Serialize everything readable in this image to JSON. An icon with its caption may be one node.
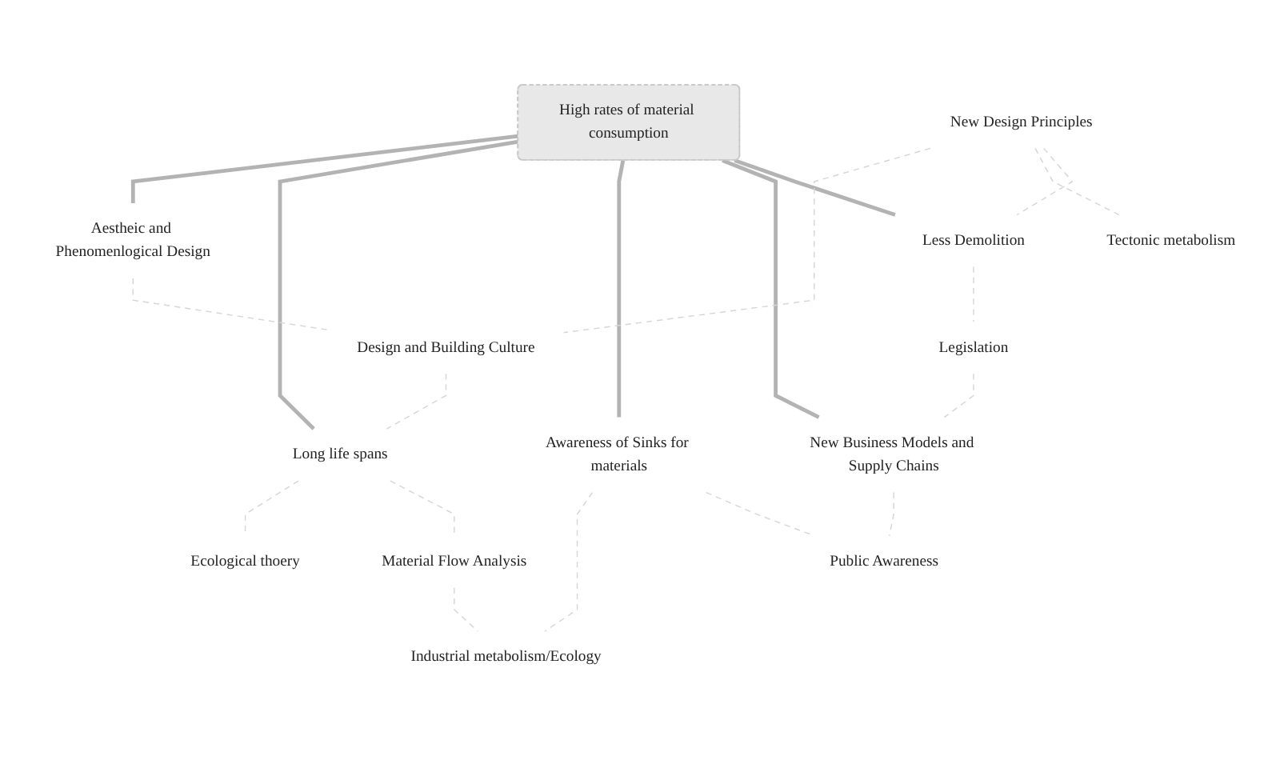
{
  "diagram": {
    "nodes": [
      {
        "text": [
          "High rates of material consumption"
        ]
      },
      {
        "text": [
          "Aestheic and Phenomenlogical Design"
        ]
      },
      {
        "text": [
          "Long life spans"
        ]
      },
      {
        "text": [
          "Awareness of Sinks for materials"
        ]
      },
      {
        "text": [
          "New Business Models and Supply Chains"
        ]
      },
      {
        "text": [
          "Less Demolition"
        ]
      },
      {
        "text": [
          "Design and Building Culture"
        ]
      },
      {
        "text": [
          "New Design Principles"
        ]
      },
      {
        "text": [
          "Tectonic metabolism"
        ]
      },
      {
        "text": [
          "Legislation"
        ]
      },
      {
        "text": [
          "Ecological thoery"
        ]
      },
      {
        "text": [
          "Material Flow Analysis"
        ]
      },
      {
        "text": [
          "Industrial metabolism/Ecology"
        ]
      },
      {
        "text": [
          "Public Awareness"
        ]
      }
    ],
    "edges": [
      {
        "from": 0,
        "to": 1,
        "arrow": "none",
        "style": "thick",
        "color": "#b3b3b3"
      },
      {
        "from": 0,
        "to": 2,
        "arrow": "none",
        "style": "thick",
        "color": "#b3b3b3"
      },
      {
        "from": 0,
        "to": 3,
        "arrow": "none",
        "style": "thick",
        "color": "#b3b3b3"
      },
      {
        "from": 0,
        "to": 4,
        "arrow": "none",
        "style": "thick",
        "color": "#b3b3b3"
      },
      {
        "from": 0,
        "to": 5,
        "arrow": "none",
        "style": "thick",
        "color": "#b3b3b3"
      },
      {
        "from": 1,
        "to": 6,
        "arrow": "none",
        "style": "dashed"
      },
      {
        "from": 7,
        "to": 6,
        "arrow": "none",
        "style": "dashed"
      },
      {
        "from": 6,
        "to": 2,
        "arrow": "none",
        "style": "dashed"
      },
      {
        "from": 7,
        "to": 8,
        "arrow": "none",
        "style": "dashed"
      },
      {
        "from": 7,
        "to": 5,
        "arrow": "none",
        "style": "dashed"
      },
      {
        "from": 5,
        "to": 9,
        "arrow": "none",
        "style": "dashed"
      },
      {
        "from": 9,
        "to": 4,
        "arrow": "none",
        "style": "dashed"
      },
      {
        "from": 2,
        "to": 10,
        "arrow": "none",
        "style": "dashed"
      },
      {
        "from": 2,
        "to": 11,
        "arrow": "none",
        "style": "dashed"
      },
      {
        "from": 11,
        "to": 12,
        "arrow": "none",
        "style": "dashed"
      },
      {
        "from": 3,
        "to": 12,
        "arrow": "none",
        "style": "dashed"
      },
      {
        "from": 4,
        "to": 13,
        "arrow": "none",
        "style": "dashed"
      },
      {
        "from": 3,
        "to": 13,
        "arrow": "none",
        "style": "dashed"
      }
    ]
  }
}
